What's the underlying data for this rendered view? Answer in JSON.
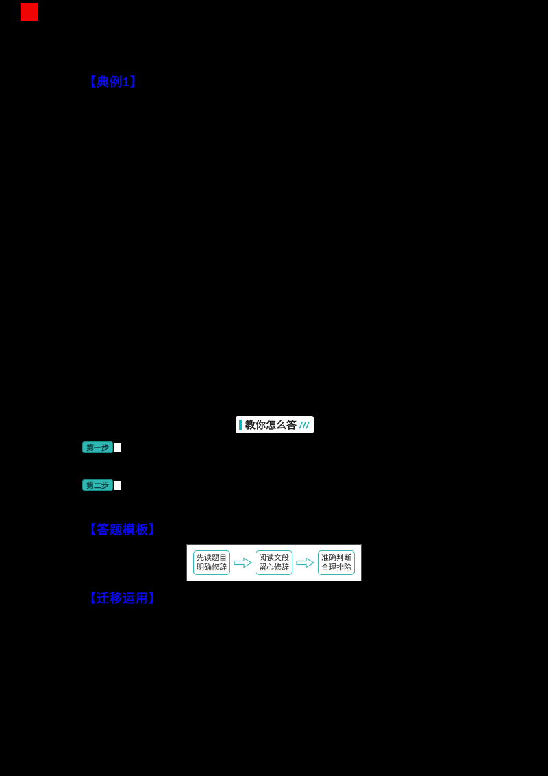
{
  "page": {
    "background": "#000000"
  },
  "colors": {
    "accent_teal": "#19b0b4",
    "heading_blue": "#0a0af0",
    "marker_red": "#f00505"
  },
  "headings": {
    "example1": "【典例1】",
    "how_to_answer": "教你怎么答",
    "how_to_answer_slashes": "///",
    "answer_template": "【答题模板】",
    "transfer_practice": "【迁移运用】"
  },
  "steps": [
    {
      "label": "第一步"
    },
    {
      "label": "第二步"
    }
  ],
  "flowchart": {
    "boxes": [
      {
        "line1": "先读题目",
        "line2": "明确修辞"
      },
      {
        "line1": "阅读文段",
        "line2": "留心修辞"
      },
      {
        "line1": "准确判断",
        "line2": "合理排除"
      }
    ]
  }
}
